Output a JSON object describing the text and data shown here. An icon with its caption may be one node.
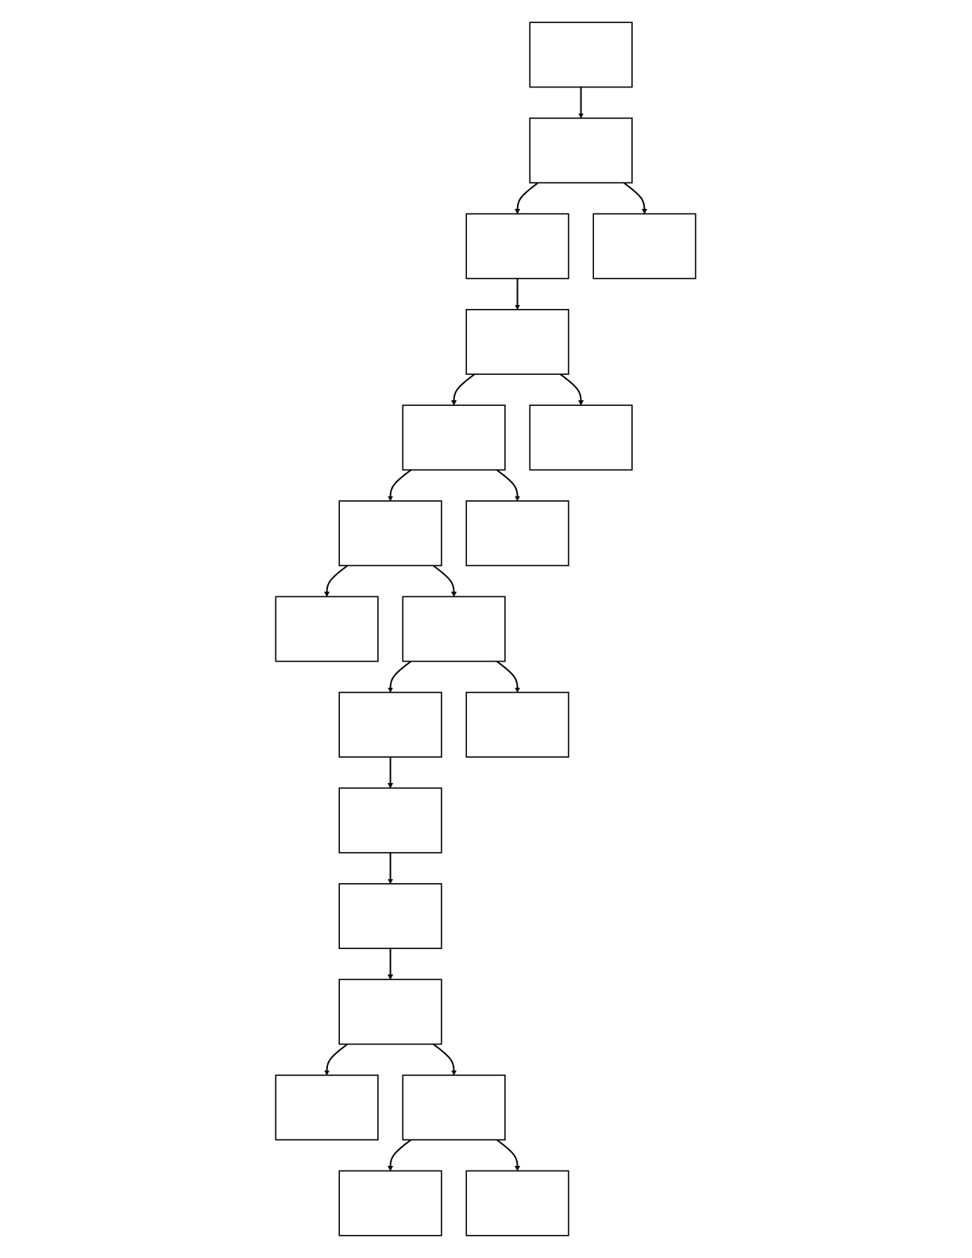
{
  "diagram": {
    "nodes": [
      {
        "text": [],
        "shape": "box"
      },
      {
        "text": [],
        "shape": "box"
      },
      {
        "text": [],
        "shape": "box"
      },
      {
        "text": [],
        "shape": "box"
      },
      {
        "text": [],
        "shape": "box"
      },
      {
        "text": [],
        "shape": "box"
      },
      {
        "text": [],
        "shape": "box"
      },
      {
        "text": [],
        "shape": "box"
      },
      {
        "text": [],
        "shape": "box"
      },
      {
        "text": [],
        "shape": "box"
      },
      {
        "text": [],
        "shape": "box"
      },
      {
        "text": [],
        "shape": "box"
      },
      {
        "text": [],
        "shape": "box"
      },
      {
        "text": [],
        "shape": "box"
      },
      {
        "text": [],
        "shape": "box"
      },
      {
        "text": [],
        "shape": "box"
      },
      {
        "text": [],
        "shape": "box"
      },
      {
        "text": [],
        "shape": "box"
      },
      {
        "text": [],
        "shape": "box"
      },
      {
        "text": [],
        "shape": "box"
      }
    ],
    "edges": [
      {
        "from": 0,
        "to": 1,
        "arrow": "to"
      },
      {
        "from": 1,
        "to": 2,
        "arrow": "to"
      },
      {
        "from": 2,
        "to": 3,
        "arrow": "to"
      },
      {
        "from": 3,
        "to": 4,
        "arrow": "to"
      },
      {
        "from": 4,
        "to": 5,
        "arrow": "to"
      },
      {
        "from": 1,
        "to": 6,
        "arrow": "to"
      },
      {
        "from": 3,
        "to": 7,
        "arrow": "to"
      },
      {
        "from": 4,
        "to": 8,
        "arrow": "to"
      },
      {
        "from": 5,
        "to": 9,
        "arrow": "to"
      },
      {
        "from": 5,
        "to": 14,
        "arrow": "to"
      },
      {
        "from": 14,
        "to": 13,
        "arrow": "to"
      },
      {
        "from": 13,
        "to": 12,
        "arrow": "to"
      },
      {
        "from": 12,
        "to": 11,
        "arrow": "to"
      },
      {
        "from": 11,
        "to": 10,
        "arrow": "to"
      },
      {
        "from": 14,
        "to": 16,
        "arrow": "to"
      },
      {
        "from": 10,
        "to": 15,
        "arrow": "to"
      },
      {
        "from": 10,
        "to": 17,
        "arrow": "to"
      },
      {
        "from": 17,
        "to": 18,
        "arrow": "to"
      },
      {
        "from": 17,
        "to": 19,
        "arrow": "to"
      }
    ]
  }
}
